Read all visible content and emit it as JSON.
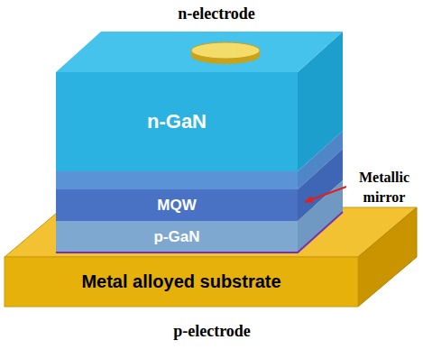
{
  "diagram": {
    "nodes": [
      {
        "text": [
          "n-GaN"
        ]
      },
      {
        "text": [
          "MQW"
        ]
      },
      {
        "text": [
          "p-GaN"
        ]
      },
      {
        "text": [
          "Metal alloyed substrate"
        ]
      }
    ],
    "labels": [
      "n-electrode",
      "Metallic mirror",
      "p-electrode"
    ]
  }
}
